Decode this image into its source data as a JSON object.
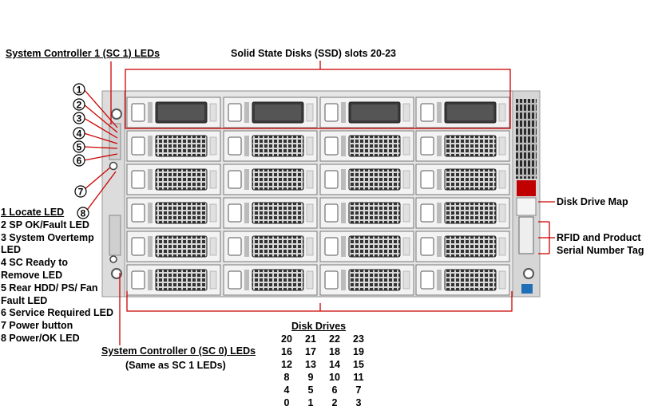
{
  "labels": {
    "sc1": "System Controller 1 (SC 1) LEDs",
    "ssd": "Solid State Disks (SSD) slots 20-23",
    "disk_map": "Disk Drive Map",
    "rfid_line1": "RFID and Product",
    "rfid_line2": "Serial Number Tag",
    "sc0": "System Controller 0 (SC 0) LEDs",
    "sc0_note": "(Same as SC 1 LEDs)",
    "disk_drives": "Disk Drives"
  },
  "callouts": [
    "1",
    "2",
    "3",
    "4",
    "5",
    "6",
    "7",
    "8"
  ],
  "legend": [
    "1 Locate LED",
    "2 SP OK/Fault LED",
    "3 System Overtemp LED",
    "4 SC Ready to Remove LED",
    "5 Rear HDD/ PS/ Fan Fault LED",
    "6 Service Required LED",
    "7 Power button",
    "8 Power/OK LED"
  ],
  "drive_rows": [
    [
      "20",
      "21",
      "22",
      "23"
    ],
    [
      "16",
      "17",
      "18",
      "19"
    ],
    [
      "12",
      "13",
      "14",
      "15"
    ],
    [
      "8",
      "9",
      "10",
      "11"
    ],
    [
      "4",
      "5",
      "6",
      "7"
    ],
    [
      "0",
      "1",
      "2",
      "3"
    ]
  ],
  "colors": {
    "callout_line": "#cc0000",
    "chassis": "#e4e4e4",
    "drive_face": "#f2f2f2"
  }
}
